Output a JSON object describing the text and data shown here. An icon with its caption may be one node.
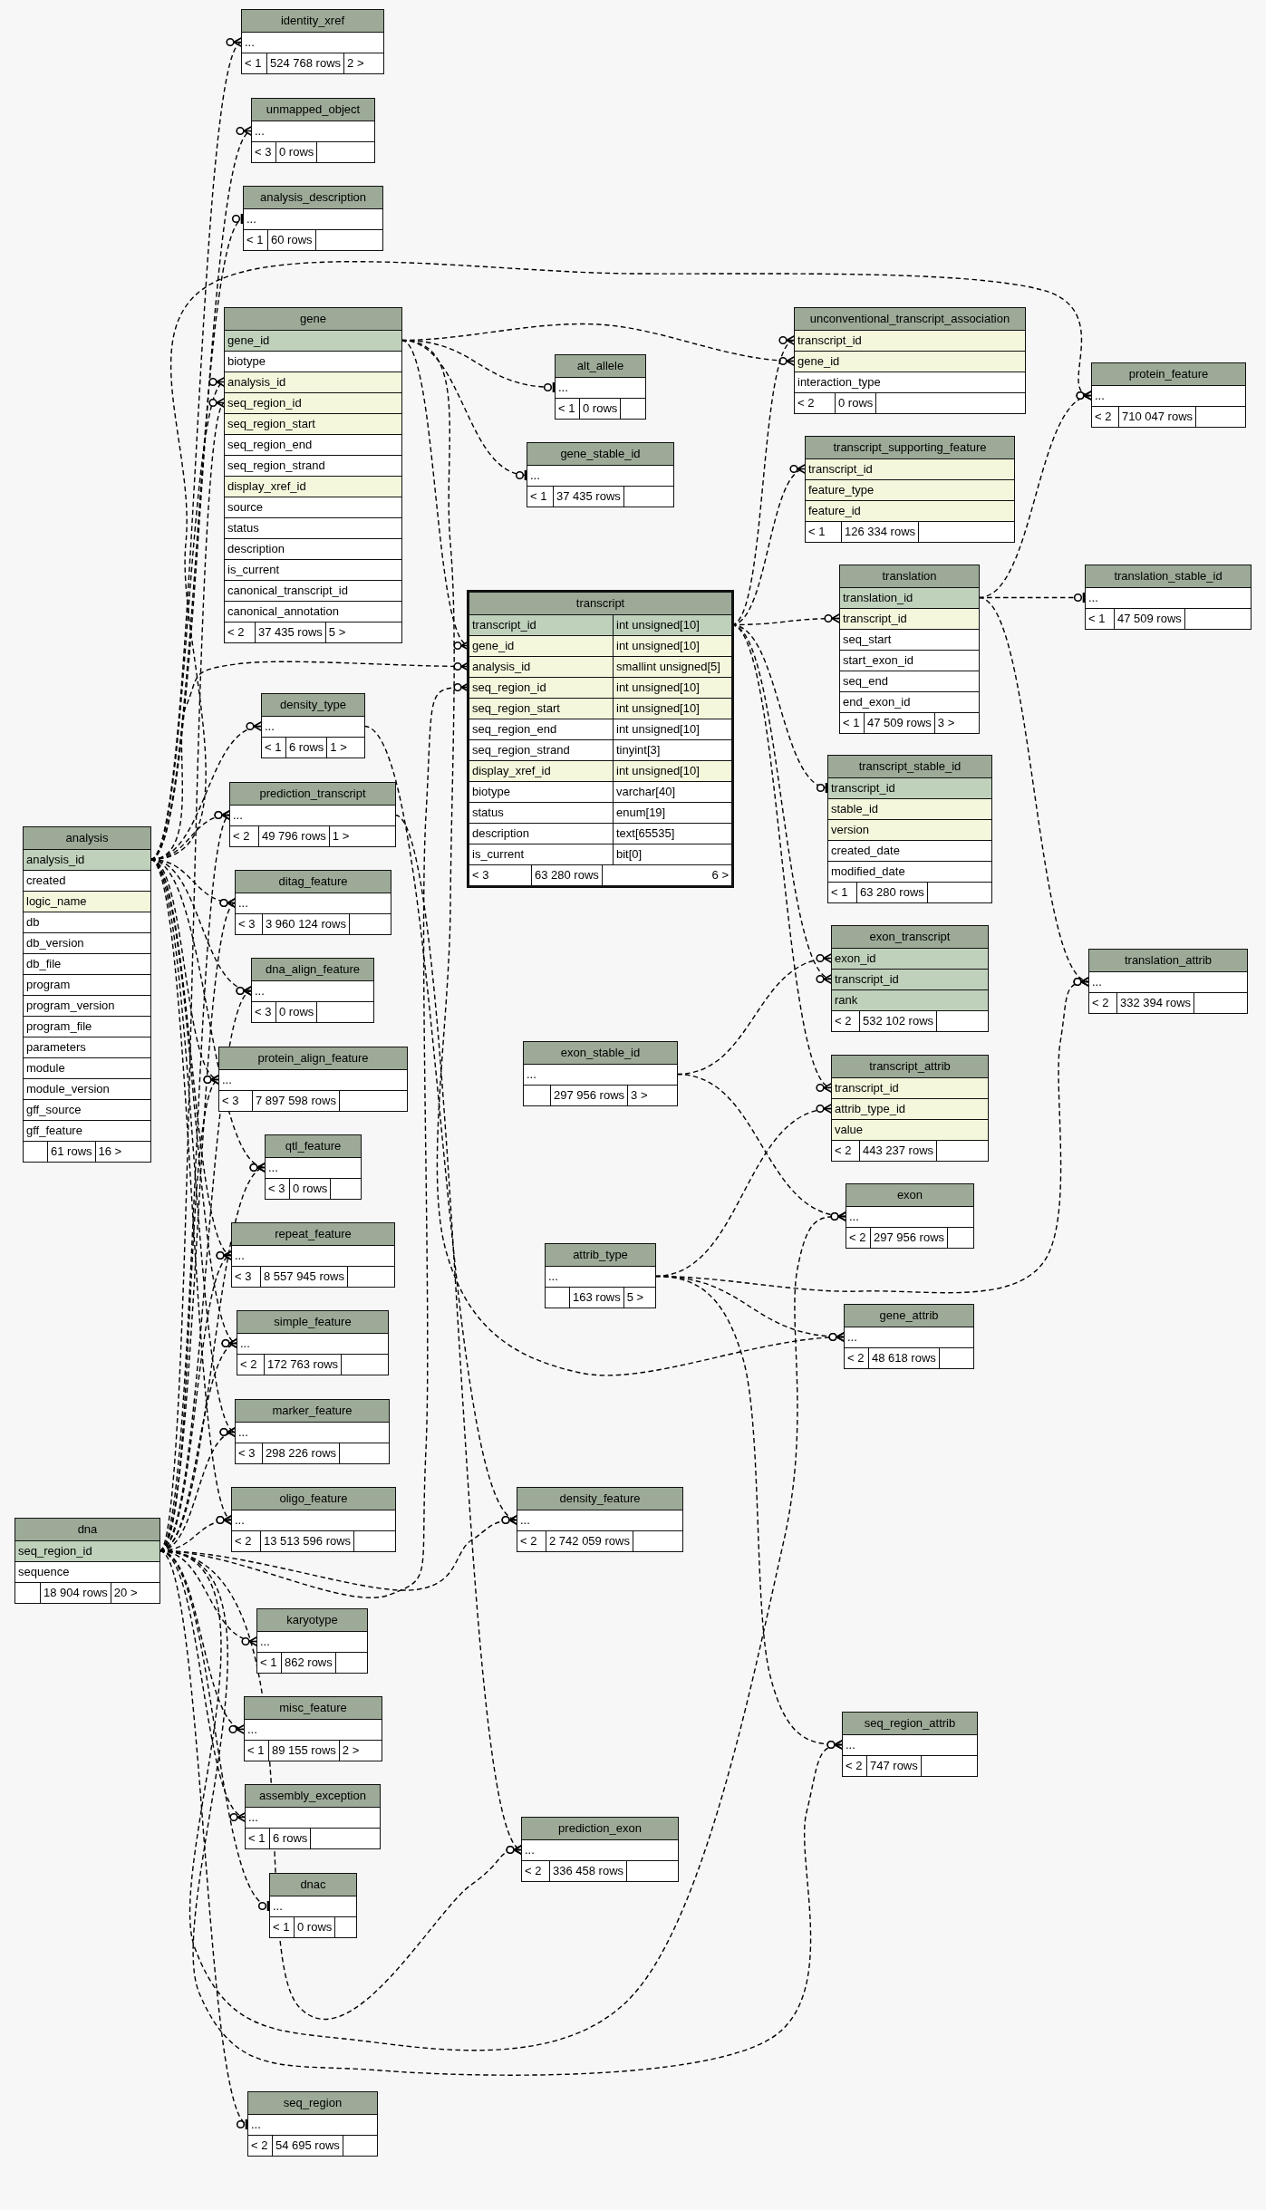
{
  "diagram": {
    "nodes": [
      {
        "text": [
          "identity_xref"
        ]
      },
      {
        "text": [
          "..."
        ],
        "in": 0
      },
      {
        "text": [
          "< 1"
        ],
        "in": 0
      },
      {
        "text": [
          "524 768 rows"
        ],
        "in": 0
      },
      {
        "text": [
          "2 >"
        ],
        "in": 0
      },
      {
        "text": [
          "unmapped_object"
        ]
      },
      {
        "text": [
          "..."
        ],
        "in": 5
      },
      {
        "text": [
          "< 3"
        ],
        "in": 5
      },
      {
        "text": [
          "0 rows"
        ],
        "in": 5
      },
      {
        "text": [],
        "shape": "box",
        "in": 5
      },
      {
        "text": [
          "analysis_description"
        ]
      },
      {
        "text": [
          "..."
        ],
        "in": 10
      },
      {
        "text": [
          "< 1"
        ],
        "in": 10
      },
      {
        "text": [
          "60 rows"
        ],
        "in": 10
      },
      {
        "text": [],
        "shape": "box",
        "in": 10
      },
      {
        "text": [
          "gene"
        ]
      },
      {
        "text": [
          "gene_id"
        ],
        "in": 15
      },
      {
        "text": [
          "biotype"
        ],
        "in": 15
      },
      {
        "text": [
          "analysis_id"
        ],
        "in": 15
      },
      {
        "text": [
          "seq_region_id"
        ],
        "in": 15
      },
      {
        "text": [
          "seq_region_start"
        ],
        "in": 15
      },
      {
        "text": [
          "seq_region_end"
        ],
        "in": 15
      },
      {
        "text": [
          "seq_region_strand"
        ],
        "in": 15
      },
      {
        "text": [
          "display_xref_id"
        ],
        "in": 15
      },
      {
        "text": [
          "source"
        ],
        "in": 15
      },
      {
        "text": [
          "status"
        ],
        "in": 15
      },
      {
        "text": [
          "description"
        ],
        "in": 15
      },
      {
        "text": [
          "is_current"
        ],
        "in": 15
      },
      {
        "text": [
          "canonical_transcript_id"
        ],
        "in": 15
      },
      {
        "text": [
          "canonical_annotation"
        ],
        "in": 15
      },
      {
        "text": [
          "< 2"
        ],
        "in": 15
      },
      {
        "text": [
          "37 435 rows"
        ],
        "in": 15
      },
      {
        "text": [
          "5 >"
        ],
        "in": 15
      },
      {
        "text": [
          "alt_allele"
        ]
      },
      {
        "text": [
          "..."
        ],
        "in": 33
      },
      {
        "text": [
          "< 1"
        ],
        "in": 33
      },
      {
        "text": [
          "0 rows"
        ],
        "in": 33
      },
      {
        "text": [],
        "shape": "box",
        "in": 33
      },
      {
        "text": [
          "gene_stable_id"
        ]
      },
      {
        "text": [
          "..."
        ],
        "in": 38
      },
      {
        "text": [
          "< 1"
        ],
        "in": 38
      },
      {
        "text": [
          "37 435 rows"
        ],
        "in": 38
      },
      {
        "text": [],
        "shape": "box",
        "in": 38
      },
      {
        "text": [
          "unconventional_transcript_association"
        ]
      },
      {
        "text": [
          "transcript_id"
        ],
        "in": 43
      },
      {
        "text": [
          "gene_id"
        ],
        "in": 43
      },
      {
        "text": [
          "interaction_type"
        ],
        "in": 43
      },
      {
        "text": [
          "< 2"
        ],
        "in": 43
      },
      {
        "text": [
          "0 rows"
        ],
        "in": 43
      },
      {
        "text": [],
        "shape": "box",
        "in": 43
      },
      {
        "text": [
          "protein_feature"
        ]
      },
      {
        "text": [
          "..."
        ],
        "in": 50
      },
      {
        "text": [
          "< 2"
        ],
        "in": 50
      },
      {
        "text": [
          "710 047 rows"
        ],
        "in": 50
      },
      {
        "text": [],
        "shape": "box",
        "in": 50
      },
      {
        "text": [
          "transcript_supporting_feature"
        ]
      },
      {
        "text": [
          "transcript_id"
        ],
        "in": 55
      },
      {
        "text": [
          "feature_type"
        ],
        "in": 55
      },
      {
        "text": [
          "feature_id"
        ],
        "in": 55
      },
      {
        "text": [
          "< 1"
        ],
        "in": 55
      },
      {
        "text": [
          "126 334 rows"
        ],
        "in": 55
      },
      {
        "text": [],
        "shape": "box",
        "in": 55
      },
      {
        "text": [
          "transcript"
        ]
      },
      {
        "text": [
          "transcript_id",
          "int unsigned[10]"
        ],
        "in": 62
      },
      {
        "text": [
          "gene_id",
          "int unsigned[10]"
        ],
        "in": 62
      },
      {
        "text": [
          "analysis_id",
          "smallint unsigned[5]"
        ],
        "in": 62
      },
      {
        "text": [
          "seq_region_id",
          "int unsigned[10]"
        ],
        "in": 62
      },
      {
        "text": [
          "seq_region_start",
          "int unsigned[10]"
        ],
        "in": 62
      },
      {
        "text": [
          "seq_region_end",
          "int unsigned[10]"
        ],
        "in": 62
      },
      {
        "text": [
          "seq_region_strand",
          "tinyint[3]"
        ],
        "in": 62
      },
      {
        "text": [
          "display_xref_id",
          "int unsigned[10]"
        ],
        "in": 62
      },
      {
        "text": [
          "biotype",
          "varchar[40]"
        ],
        "in": 62
      },
      {
        "text": [
          "status",
          "enum[19]"
        ],
        "in": 62
      },
      {
        "text": [
          "description",
          "text[65535]"
        ],
        "in": 62
      },
      {
        "text": [
          "is_current",
          "bit[0]"
        ],
        "in": 62
      },
      {
        "text": [
          "< 3"
        ],
        "in": 62
      },
      {
        "text": [
          "63 280 rows"
        ],
        "in": 62
      },
      {
        "text": [
          "6 >"
        ],
        "in": 62
      },
      {
        "text": [
          "translation"
        ]
      },
      {
        "text": [
          "translation_id"
        ],
        "in": 78
      },
      {
        "text": [
          "transcript_id"
        ],
        "in": 78
      },
      {
        "text": [
          "seq_start"
        ],
        "in": 78
      },
      {
        "text": [
          "start_exon_id"
        ],
        "in": 78
      },
      {
        "text": [
          "seq_end"
        ],
        "in": 78
      },
      {
        "text": [
          "end_exon_id"
        ],
        "in": 78
      },
      {
        "text": [
          "< 1"
        ],
        "in": 78
      },
      {
        "text": [
          "47 509 rows"
        ],
        "in": 78
      },
      {
        "text": [
          "3 >"
        ],
        "in": 78
      },
      {
        "text": [
          "translation_stable_id"
        ]
      },
      {
        "text": [
          "..."
        ],
        "in": 88
      },
      {
        "text": [
          "< 1"
        ],
        "in": 88
      },
      {
        "text": [
          "47 509 rows"
        ],
        "in": 88
      },
      {
        "text": [],
        "shape": "box",
        "in": 88
      },
      {
        "text": [
          "transcript_stable_id"
        ]
      },
      {
        "text": [
          "transcript_id"
        ],
        "in": 93
      },
      {
        "text": [
          "stable_id"
        ],
        "in": 93
      },
      {
        "text": [
          "version"
        ],
        "in": 93
      },
      {
        "text": [
          "created_date"
        ],
        "in": 93
      },
      {
        "text": [
          "modified_date"
        ],
        "in": 93
      },
      {
        "text": [
          "< 1"
        ],
        "in": 93
      },
      {
        "text": [
          "63 280 rows"
        ],
        "in": 93
      },
      {
        "text": [],
        "shape": "box",
        "in": 93
      },
      {
        "text": [
          "analysis"
        ]
      },
      {
        "text": [
          "analysis_id"
        ],
        "in": 102
      },
      {
        "text": [
          "created"
        ],
        "in": 102
      },
      {
        "text": [
          "logic_name"
        ],
        "in": 102
      },
      {
        "text": [
          "db"
        ],
        "in": 102
      },
      {
        "text": [
          "db_version"
        ],
        "in": 102
      },
      {
        "text": [
          "db_file"
        ],
        "in": 102
      },
      {
        "text": [
          "program"
        ],
        "in": 102
      },
      {
        "text": [
          "program_version"
        ],
        "in": 102
      },
      {
        "text": [
          "program_file"
        ],
        "in": 102
      },
      {
        "text": [
          "parameters"
        ],
        "in": 102
      },
      {
        "text": [
          "module"
        ],
        "in": 102
      },
      {
        "text": [
          "module_version"
        ],
        "in": 102
      },
      {
        "text": [
          "gff_source"
        ],
        "in": 102
      },
      {
        "text": [
          "gff_feature"
        ],
        "in": 102
      },
      {
        "text": [],
        "shape": "box",
        "in": 102
      },
      {
        "text": [
          "61 rows"
        ],
        "in": 102
      },
      {
        "text": [
          "16 >"
        ],
        "in": 102
      },
      {
        "text": [
          "density_type"
        ]
      },
      {
        "text": [
          "..."
        ],
        "in": 120
      },
      {
        "text": [
          "< 1"
        ],
        "in": 120
      },
      {
        "text": [
          "6 rows"
        ],
        "in": 120
      },
      {
        "text": [
          "1 >"
        ],
        "in": 120
      },
      {
        "text": [
          "prediction_transcript"
        ]
      },
      {
        "text": [
          "..."
        ],
        "in": 125
      },
      {
        "text": [
          "< 2"
        ],
        "in": 125
      },
      {
        "text": [
          "49 796 rows"
        ],
        "in": 125
      },
      {
        "text": [
          "1 >"
        ],
        "in": 125
      },
      {
        "text": [
          "ditag_feature"
        ]
      },
      {
        "text": [
          "..."
        ],
        "in": 130
      },
      {
        "text": [
          "< 3"
        ],
        "in": 130
      },
      {
        "text": [
          "3 960 124 rows"
        ],
        "in": 130
      },
      {
        "text": [],
        "shape": "box",
        "in": 130
      },
      {
        "text": [
          "dna_align_feature"
        ]
      },
      {
        "text": [
          "..."
        ],
        "in": 135
      },
      {
        "text": [
          "< 3"
        ],
        "in": 135
      },
      {
        "text": [
          "0 rows"
        ],
        "in": 135
      },
      {
        "text": [],
        "shape": "box",
        "in": 135
      },
      {
        "text": [
          "protein_align_feature"
        ]
      },
      {
        "text": [
          "..."
        ],
        "in": 140
      },
      {
        "text": [
          "< 3"
        ],
        "in": 140
      },
      {
        "text": [
          "7 897 598 rows"
        ],
        "in": 140
      },
      {
        "text": [],
        "shape": "box",
        "in": 140
      },
      {
        "text": [
          "exon_transcript"
        ]
      },
      {
        "text": [
          "exon_id"
        ],
        "in": 145
      },
      {
        "text": [
          "transcript_id"
        ],
        "in": 145
      },
      {
        "text": [
          "rank"
        ],
        "in": 145
      },
      {
        "text": [
          "< 2"
        ],
        "in": 145
      },
      {
        "text": [
          "532 102 rows"
        ],
        "in": 145
      },
      {
        "text": [],
        "shape": "box",
        "in": 145
      },
      {
        "text": [
          "translation_attrib"
        ]
      },
      {
        "text": [
          "..."
        ],
        "in": 152
      },
      {
        "text": [
          "< 2"
        ],
        "in": 152
      },
      {
        "text": [
          "332 394 rows"
        ],
        "in": 152
      },
      {
        "text": [],
        "shape": "box",
        "in": 152
      },
      {
        "text": [
          "exon_stable_id"
        ]
      },
      {
        "text": [
          "..."
        ],
        "in": 157
      },
      {
        "text": [],
        "shape": "box",
        "in": 157
      },
      {
        "text": [
          "297 956 rows"
        ],
        "in": 157
      },
      {
        "text": [
          "3 >"
        ],
        "in": 157
      },
      {
        "text": [
          "transcript_attrib"
        ]
      },
      {
        "text": [
          "transcript_id"
        ],
        "in": 162
      },
      {
        "text": [
          "attrib_type_id"
        ],
        "in": 162
      },
      {
        "text": [
          "value"
        ],
        "in": 162
      },
      {
        "text": [
          "< 2"
        ],
        "in": 162
      },
      {
        "text": [
          "443 237 rows"
        ],
        "in": 162
      },
      {
        "text": [],
        "shape": "box",
        "in": 162
      },
      {
        "text": [
          "qtl_feature"
        ]
      },
      {
        "text": [
          "..."
        ],
        "in": 169
      },
      {
        "text": [
          "< 3"
        ],
        "in": 169
      },
      {
        "text": [
          "0 rows"
        ],
        "in": 169
      },
      {
        "text": [],
        "shape": "box",
        "in": 169
      },
      {
        "text": [
          "exon"
        ]
      },
      {
        "text": [
          "..."
        ],
        "in": 174
      },
      {
        "text": [
          "< 2"
        ],
        "in": 174
      },
      {
        "text": [
          "297 956 rows"
        ],
        "in": 174
      },
      {
        "text": [],
        "shape": "box",
        "in": 174
      },
      {
        "text": [
          "repeat_feature"
        ]
      },
      {
        "text": [
          "..."
        ],
        "in": 179
      },
      {
        "text": [
          "< 3"
        ],
        "in": 179
      },
      {
        "text": [
          "8 557 945 rows"
        ],
        "in": 179
      },
      {
        "text": [],
        "shape": "box",
        "in": 179
      },
      {
        "text": [
          "attrib_type"
        ]
      },
      {
        "text": [
          "..."
        ],
        "in": 184
      },
      {
        "text": [],
        "shape": "box",
        "in": 184
      },
      {
        "text": [
          "163 rows"
        ],
        "in": 184
      },
      {
        "text": [
          "5 >"
        ],
        "in": 184
      },
      {
        "text": [
          "gene_attrib"
        ]
      },
      {
        "text": [
          "..."
        ],
        "in": 189
      },
      {
        "text": [
          "< 2"
        ],
        "in": 189
      },
      {
        "text": [
          "48 618 rows"
        ],
        "in": 189
      },
      {
        "text": [],
        "shape": "box",
        "in": 189
      },
      {
        "text": [
          "simple_feature"
        ]
      },
      {
        "text": [
          "..."
        ],
        "in": 194
      },
      {
        "text": [
          "< 2"
        ],
        "in": 194
      },
      {
        "text": [
          "172 763 rows"
        ],
        "in": 194
      },
      {
        "text": [],
        "shape": "box",
        "in": 194
      },
      {
        "text": [
          "marker_feature"
        ]
      },
      {
        "text": [
          "..."
        ],
        "in": 199
      },
      {
        "text": [
          "< 3"
        ],
        "in": 199
      },
      {
        "text": [
          "298 226 rows"
        ],
        "in": 199
      },
      {
        "text": [],
        "shape": "box",
        "in": 199
      },
      {
        "text": [
          "oligo_feature"
        ]
      },
      {
        "text": [
          "..."
        ],
        "in": 204
      },
      {
        "text": [
          "< 2"
        ],
        "in": 204
      },
      {
        "text": [
          "13 513 596 rows"
        ],
        "in": 204
      },
      {
        "text": [],
        "shape": "box",
        "in": 204
      },
      {
        "text": [
          "density_feature"
        ]
      },
      {
        "text": [
          "..."
        ],
        "in": 209
      },
      {
        "text": [
          "< 2"
        ],
        "in": 209
      },
      {
        "text": [
          "2 742 059 rows"
        ],
        "in": 209
      },
      {
        "text": [],
        "shape": "box",
        "in": 209
      },
      {
        "text": [
          "dna"
        ]
      },
      {
        "text": [
          "seq_region_id"
        ],
        "in": 214
      },
      {
        "text": [
          "sequence"
        ],
        "in": 214
      },
      {
        "text": [],
        "shape": "box",
        "in": 214
      },
      {
        "text": [
          "18 904 rows"
        ],
        "in": 214
      },
      {
        "text": [
          "20 >"
        ],
        "in": 214
      },
      {
        "text": [
          "karyotype"
        ]
      },
      {
        "text": [
          "..."
        ],
        "in": 220
      },
      {
        "text": [
          "< 1"
        ],
        "in": 220
      },
      {
        "text": [
          "862 rows"
        ],
        "in": 220
      },
      {
        "text": [],
        "shape": "box",
        "in": 220
      },
      {
        "text": [
          "misc_feature"
        ]
      },
      {
        "text": [
          "..."
        ],
        "in": 225
      },
      {
        "text": [
          "< 1"
        ],
        "in": 225
      },
      {
        "text": [
          "89 155 rows"
        ],
        "in": 225
      },
      {
        "text": [
          "2 >"
        ],
        "in": 225
      },
      {
        "text": [
          "seq_region_attrib"
        ]
      },
      {
        "text": [
          "..."
        ],
        "in": 230
      },
      {
        "text": [
          "< 2"
        ],
        "in": 230
      },
      {
        "text": [
          "747 rows"
        ],
        "in": 230
      },
      {
        "text": [],
        "shape": "box",
        "in": 230
      },
      {
        "text": [
          "assembly_exception"
        ]
      },
      {
        "text": [
          "..."
        ],
        "in": 235
      },
      {
        "text": [
          "< 1"
        ],
        "in": 235
      },
      {
        "text": [
          "6 rows"
        ],
        "in": 235
      },
      {
        "text": [],
        "shape": "box",
        "in": 235
      },
      {
        "text": [
          "prediction_exon"
        ]
      },
      {
        "text": [
          "..."
        ],
        "in": 240
      },
      {
        "text": [
          "< 2"
        ],
        "in": 240
      },
      {
        "text": [
          "336 458 rows"
        ],
        "in": 240
      },
      {
        "text": [],
        "shape": "box",
        "in": 240
      },
      {
        "text": [
          "dnac"
        ]
      },
      {
        "text": [
          "..."
        ],
        "in": 245
      },
      {
        "text": [
          "< 1"
        ],
        "in": 245
      },
      {
        "text": [
          "0 rows"
        ],
        "in": 245
      },
      {
        "text": [],
        "shape": "box",
        "in": 245
      },
      {
        "text": [
          "seq_region"
        ]
      },
      {
        "text": [
          "..."
        ],
        "in": 250
      },
      {
        "text": [
          "< 2"
        ],
        "in": 250
      },
      {
        "text": [
          "54 695 rows"
        ],
        "in": 250
      },
      {
        "text": [],
        "shape": "box",
        "in": 250
      }
    ],
    "edges": [
      {
        "from": 103,
        "to": 1,
        "arrow": "other"
      },
      {
        "from": 103,
        "to": 6,
        "arrow": "other"
      },
      {
        "from": 103,
        "to": 11,
        "arrow": "other"
      },
      {
        "from": 103,
        "to": 18,
        "arrow": "other"
      },
      {
        "from": 103,
        "to": 51,
        "arrow": "other"
      },
      {
        "from": 103,
        "to": 65,
        "arrow": "other"
      },
      {
        "from": 103,
        "to": 121,
        "arrow": "other"
      },
      {
        "from": 103,
        "to": 126,
        "arrow": "other"
      },
      {
        "from": 103,
        "to": 131,
        "arrow": "other"
      },
      {
        "from": 103,
        "to": 136,
        "arrow": "other"
      },
      {
        "from": 103,
        "to": 141,
        "arrow": "other"
      },
      {
        "from": 103,
        "to": 170,
        "arrow": "other"
      },
      {
        "from": 103,
        "to": 180,
        "arrow": "other"
      },
      {
        "from": 103,
        "to": 195,
        "arrow": "other"
      },
      {
        "from": 103,
        "to": 200,
        "arrow": "other"
      },
      {
        "from": 103,
        "to": 205,
        "arrow": "other"
      },
      {
        "from": 16,
        "to": 34,
        "arrow": "other"
      },
      {
        "from": 16,
        "to": 39,
        "arrow": "other"
      },
      {
        "from": 16,
        "to": 45,
        "arrow": "other"
      },
      {
        "from": 16,
        "to": 64,
        "arrow": "other"
      },
      {
        "from": 16,
        "to": 190,
        "arrow": "other"
      },
      {
        "from": 63,
        "to": 44,
        "arrow": "other"
      },
      {
        "from": 63,
        "to": 56,
        "arrow": "other"
      },
      {
        "from": 63,
        "to": 80,
        "arrow": "other"
      },
      {
        "from": 63,
        "to": 94,
        "arrow": "other"
      },
      {
        "from": 63,
        "to": 147,
        "arrow": "other"
      },
      {
        "from": 63,
        "to": 163,
        "arrow": "other"
      },
      {
        "from": 79,
        "to": 89,
        "arrow": "other"
      },
      {
        "from": 79,
        "to": 51,
        "arrow": "other"
      },
      {
        "from": 79,
        "to": 153,
        "arrow": "other"
      },
      {
        "from": 121,
        "to": 210,
        "arrow": "other"
      },
      {
        "from": 126,
        "to": 241,
        "arrow": "other"
      },
      {
        "from": 158,
        "to": 146,
        "arrow": "other"
      },
      {
        "from": 158,
        "to": 175,
        "arrow": "other"
      },
      {
        "from": 185,
        "to": 164,
        "arrow": "other"
      },
      {
        "from": 185,
        "to": 153,
        "arrow": "other"
      },
      {
        "from": 185,
        "to": 190,
        "arrow": "other"
      },
      {
        "from": 185,
        "to": 231,
        "arrow": "other"
      },
      {
        "from": 215,
        "to": 19,
        "arrow": "other"
      },
      {
        "from": 215,
        "to": 66,
        "arrow": "other"
      },
      {
        "from": 215,
        "to": 126,
        "arrow": "other"
      },
      {
        "from": 215,
        "to": 131,
        "arrow": "other"
      },
      {
        "from": 215,
        "to": 136,
        "arrow": "other"
      },
      {
        "from": 215,
        "to": 141,
        "arrow": "other"
      },
      {
        "from": 215,
        "to": 170,
        "arrow": "other"
      },
      {
        "from": 215,
        "to": 180,
        "arrow": "other"
      },
      {
        "from": 215,
        "to": 195,
        "arrow": "other"
      },
      {
        "from": 215,
        "to": 200,
        "arrow": "other"
      },
      {
        "from": 215,
        "to": 205,
        "arrow": "other"
      },
      {
        "from": 215,
        "to": 210,
        "arrow": "other"
      },
      {
        "from": 215,
        "to": 221,
        "arrow": "other"
      },
      {
        "from": 215,
        "to": 226,
        "arrow": "other"
      },
      {
        "from": 215,
        "to": 236,
        "arrow": "other"
      },
      {
        "from": 215,
        "to": 246,
        "arrow": "other"
      },
      {
        "from": 215,
        "to": 241,
        "arrow": "other"
      },
      {
        "from": 215,
        "to": 175,
        "arrow": "other"
      },
      {
        "from": 215,
        "to": 231,
        "arrow": "other"
      },
      {
        "from": 215,
        "to": 251,
        "arrow": "other"
      }
    ]
  }
}
